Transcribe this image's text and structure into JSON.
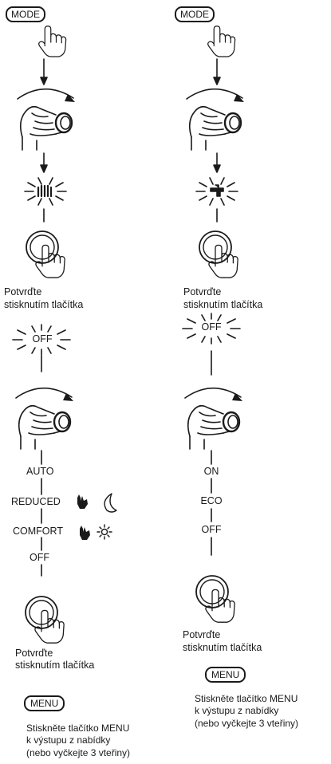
{
  "colors": {
    "ink": "#1a1a1a",
    "background": "#ffffff"
  },
  "icons": [
    "finger-press-icon",
    "hand-rotate-knob-icon",
    "radiator-flash-icon",
    "faucet-flash-icon",
    "round-button-icon",
    "hand-icon",
    "moon-icon",
    "sun-icon"
  ],
  "left": {
    "mode_button": "MODE",
    "confirm_1": [
      "Potvrďte",
      "stisknutím tlačítka"
    ],
    "off_flash": "OFF",
    "options": [
      "AUTO",
      "REDUCED",
      "COMFORT",
      "OFF"
    ],
    "confirm_2": [
      "Potvrďte",
      "stisknutím tlačítka"
    ],
    "menu_button": "MENU",
    "exit_note": [
      "Stiskněte tlačítko MENU",
      "k výstupu z nabídky",
      "(nebo vyčkejte 3 vteřiny)"
    ]
  },
  "right": {
    "mode_button": "MODE",
    "confirm_1": [
      "Potvrďte",
      "stisknutím tlačítka"
    ],
    "off_flash": "OFF",
    "options": [
      "ON",
      "ECO",
      "OFF"
    ],
    "confirm_2": [
      "Potvrďte",
      "stisknutím tlačítka"
    ],
    "menu_button": "MENU",
    "exit_note": [
      "Stiskněte tlačítko MENU",
      "k výstupu z nabídky",
      "(nebo vyčkejte 3 vteřiny)"
    ]
  }
}
